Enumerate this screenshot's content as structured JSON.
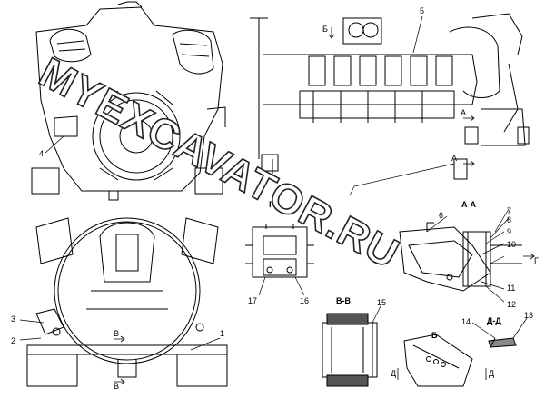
{
  "watermark": "MYEXCAVATOR.RU",
  "callouts": {
    "c1": "1",
    "c2": "2",
    "c3": "3",
    "c4": "4",
    "c5": "5",
    "c6": "6",
    "c7": "7",
    "c8": "8",
    "c9": "9",
    "c10": "10",
    "c11": "11",
    "c12": "12",
    "c13": "13",
    "c14": "14",
    "c15": "15",
    "c16": "16",
    "c17": "17"
  },
  "section_labels": {
    "aa": "А-А",
    "vv": "В-В",
    "dd": "Д-Д",
    "b": "Б",
    "g": "Г"
  },
  "markers": {
    "a": "А",
    "b": "Б",
    "v": "В",
    "g": "Г",
    "d": "Д"
  },
  "colors": {
    "line": "#000000",
    "watermark_fill": "#ffffff",
    "watermark_stroke": "#222222"
  }
}
